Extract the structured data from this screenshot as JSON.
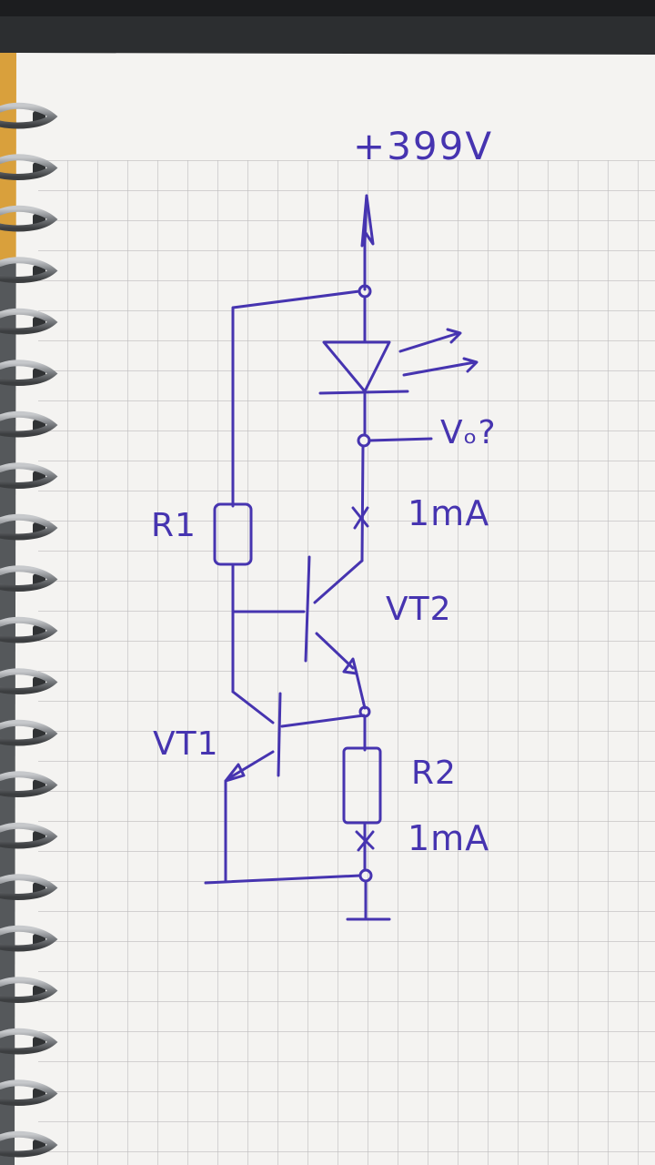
{
  "labels": {
    "supply": "+399V",
    "output": "Vₒ?",
    "current_top": "1mA",
    "r1": "R1",
    "vt2": "VT2",
    "vt1": "VT1",
    "r2": "R2",
    "current_bottom": "1mA"
  },
  "colors": {
    "ink": "#4634b0",
    "paper": "#f4f3f1",
    "grid": "#bdbcbc",
    "spiral": "#8f9296",
    "background": "#6f7173"
  }
}
